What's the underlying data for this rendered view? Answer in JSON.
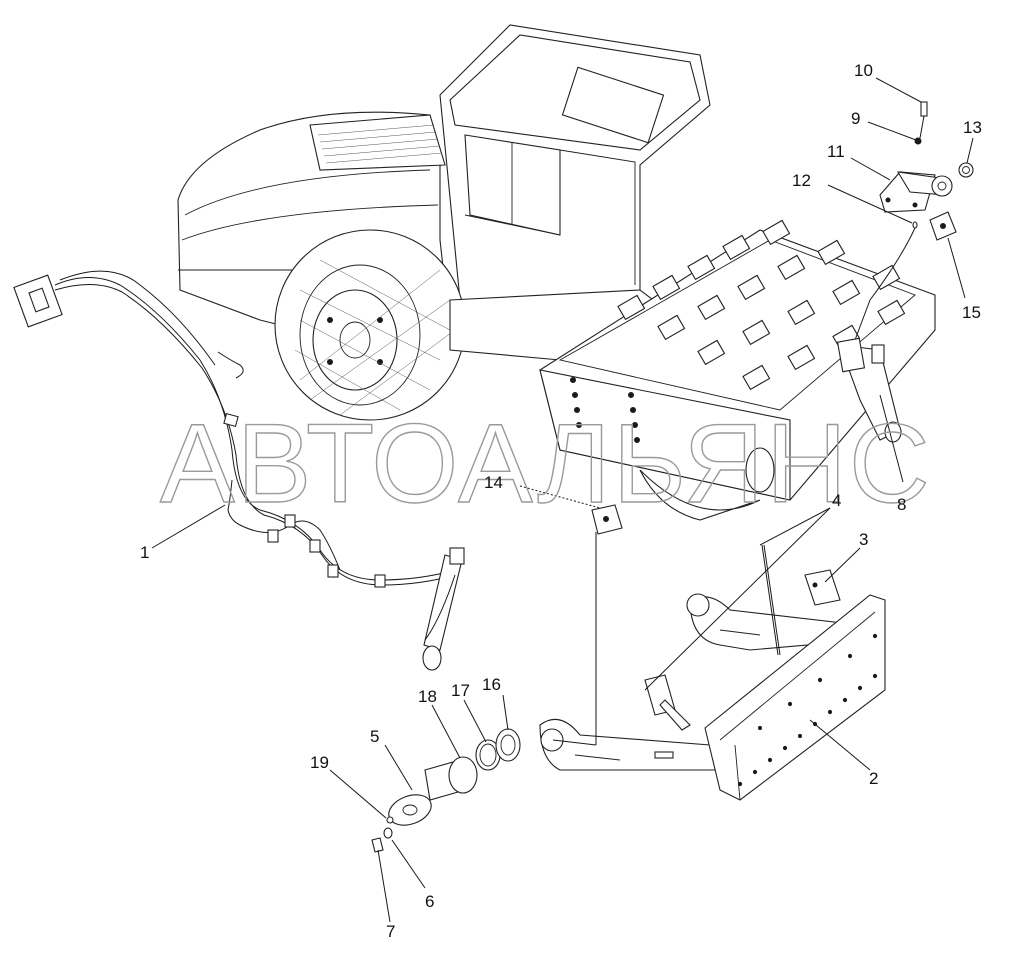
{
  "watermark": "АВТОАЛЬЯНС",
  "callouts": [
    "1",
    "2",
    "3",
    "4",
    "5",
    "6",
    "7",
    "8",
    "9",
    "10",
    "11",
    "12",
    "13",
    "14",
    "15",
    "16",
    "17",
    "18",
    "19"
  ],
  "colors": {
    "line": "#1a1a1a",
    "watermark": "#9a9a9a",
    "background": "#ffffff"
  }
}
